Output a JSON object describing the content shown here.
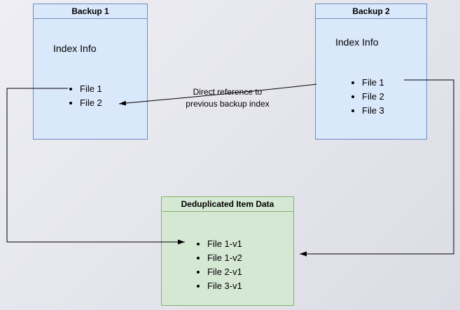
{
  "diagram": {
    "backup1": {
      "title": "Backup 1",
      "subtitle": "Index Info",
      "files": [
        "File 1",
        "File 2"
      ]
    },
    "backup2": {
      "title": "Backup 2",
      "subtitle": "Index Info",
      "files": [
        "File 1",
        "File 2",
        "File 3"
      ]
    },
    "dedup": {
      "title": "Deduplicated Item Data",
      "items": [
        "File 1-v1",
        "File 1-v2",
        "File 2-v1",
        "File 3-v1"
      ]
    },
    "edge_label": {
      "line1": "Direct reference to",
      "line2": "previous backup index"
    },
    "colors": {
      "blue_box_fill": "#dae8fc",
      "blue_box_border": "#6c8ebf",
      "green_box_fill": "#d5e8d4",
      "green_box_border": "#82b366",
      "arrow": "#000000",
      "background_light": "#eeeef4",
      "background_dark": "#dcdce5"
    }
  }
}
